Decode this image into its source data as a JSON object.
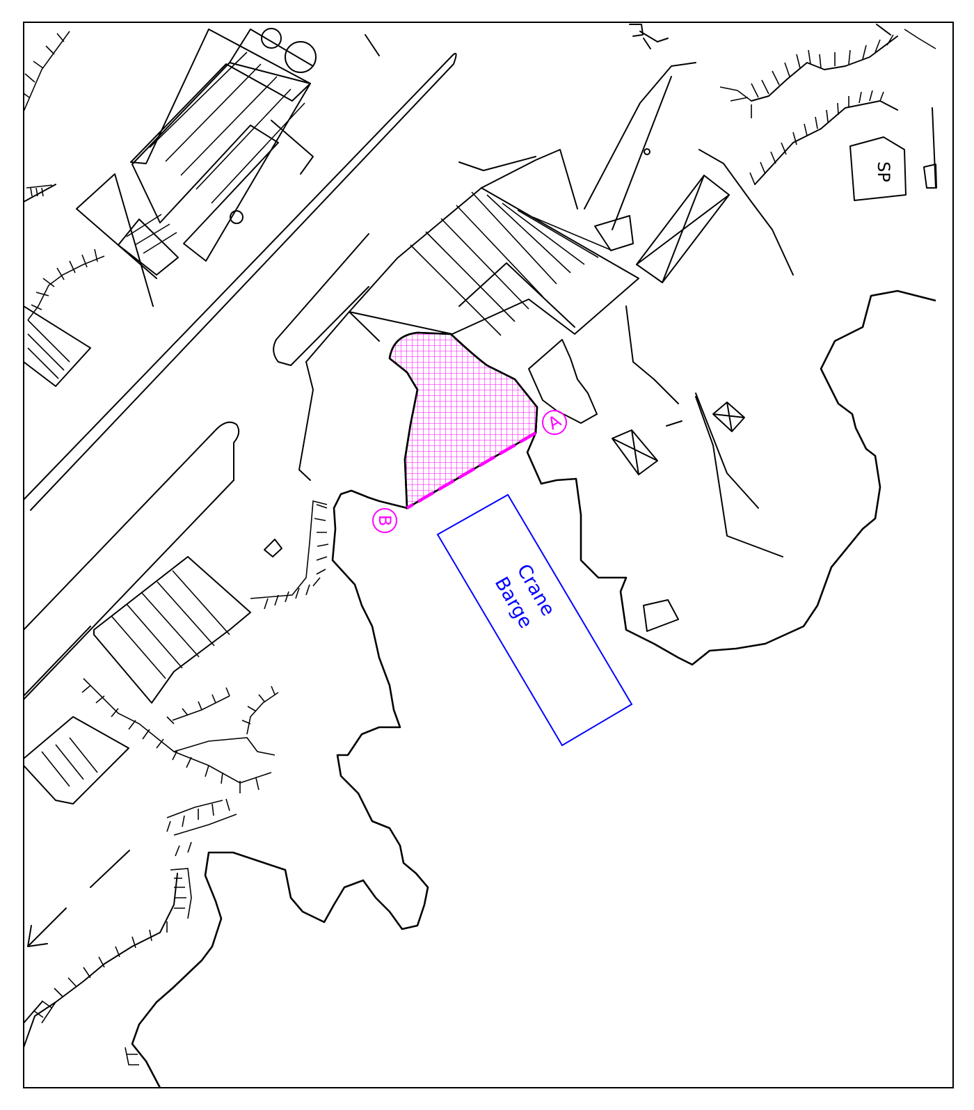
{
  "map": {
    "colors": {
      "linework": "#000000",
      "site_area": "#ff00ff",
      "barge": "#0000ff",
      "background": "#ffffff"
    },
    "barge_label": {
      "line1": "Crane",
      "line2": "Barge"
    },
    "markers": {
      "a": "A",
      "b": "B"
    },
    "building_label": "SP",
    "icons": {
      "direction_arrow": "arrow-icon",
      "tree": "tree-icon",
      "post": "post-icon"
    }
  }
}
